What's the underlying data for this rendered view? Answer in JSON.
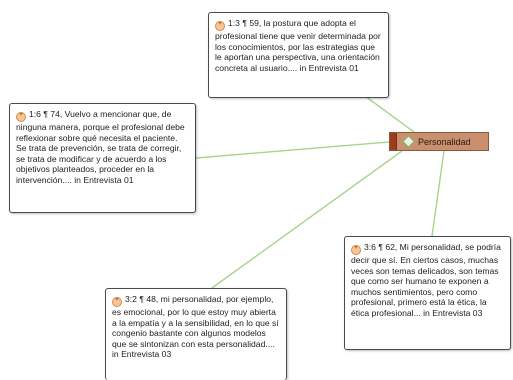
{
  "code": {
    "label": "Personalidad",
    "icon": "code-diamond-icon",
    "color": "#c98f6e"
  },
  "quotations": [
    {
      "icon": "quotation-icon",
      "text": "1:3 ¶ 59, la postura que adopta el profesional tiene que venir determinada por los conocimientos, por las estrategias que le aportan una perspectiva, una orientación concreta al usuario.... in Entrevista 01"
    },
    {
      "icon": "quotation-icon",
      "text": "1:6 ¶ 74, Vuelvo a mencionar que, de ninguna manera, porque el profesional debe reflexionar sobre qué necesita el paciente. Se trata de prevención, se trata de corregir, se trata de modificar y de acuerdo a los objetivos planteados, proceder en la intervención.... in Entrevista 01"
    },
    {
      "icon": "quotation-icon",
      "text": "3:6 ¶ 62, Mi personalidad, se podría decir que sí. En ciertos casos, muchas veces son temas delicados, son temas que como ser humano te exponen a muchos sentimientos, pero como profesional, primero está la ética, la ética profesional... in Entrevista 03"
    },
    {
      "icon": "quotation-icon",
      "text": "3:2 ¶ 48, mi personalidad, por ejemplo, es emocional, por lo que estoy muy abierta a la empatía y a la sensibilidad, en lo que sí congenio bastante con algunos modelos que se sintonizan con esta personalidad.... in Entrevista 03"
    }
  ],
  "colors": {
    "link": "#a8d48a",
    "quote_icon": "#f3c79a",
    "code_stripe": "#9c3b1f"
  }
}
